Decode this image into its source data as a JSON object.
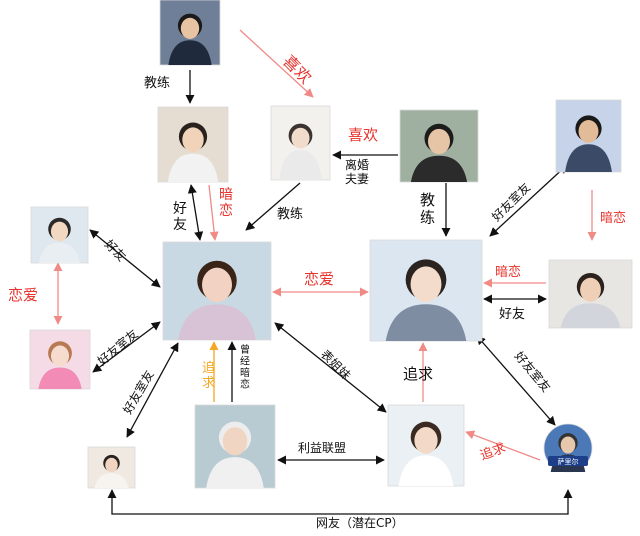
{
  "nodes": [
    {
      "id": "coach_top",
      "name": "",
      "badge": "",
      "colors": {
        "bg": "#6f7f97",
        "body": "#1f2a3d",
        "skin": "#e7c3a4",
        "hair": "#1a1a1a"
      }
    },
    {
      "id": "friend_boy",
      "name": "",
      "badge": "",
      "colors": {
        "bg": "#e6ddd2",
        "body": "#f2f2f2",
        "skin": "#f0d3b8",
        "hair": "#2a211c"
      }
    },
    {
      "id": "divorced_woman",
      "name": "",
      "badge": "",
      "colors": {
        "bg": "#f3f1ee",
        "body": "#eaeaea",
        "skin": "#f1dccb",
        "hair": "#3a3330"
      }
    },
    {
      "id": "coach_right",
      "name": "",
      "badge": "",
      "colors": {
        "bg": "#9fb0a0",
        "body": "#2b2b2b",
        "skin": "#e6c4a6",
        "hair": "#1c1c1c"
      }
    },
    {
      "id": "sports_girl",
      "name": "",
      "badge": "",
      "colors": {
        "bg": "#c7d3e8",
        "body": "#3b4a66",
        "skin": "#e2bc98",
        "hair": "#191919"
      }
    },
    {
      "id": "left_boy",
      "name": "",
      "badge": "",
      "colors": {
        "bg": "#dfe8ee",
        "body": "#e9eef3",
        "skin": "#f2d7c1",
        "hair": "#2a2a2a"
      }
    },
    {
      "id": "main_girl",
      "name": "",
      "badge": "",
      "colors": {
        "bg": "#c9d9e3",
        "body": "#d7c2d6",
        "skin": "#f2d2c2",
        "hair": "#3a2418"
      }
    },
    {
      "id": "main_boy",
      "name": "",
      "badge": "",
      "colors": {
        "bg": "#dce6f0",
        "body": "#7f8da3",
        "skin": "#f3dccb",
        "hair": "#2b2320"
      }
    },
    {
      "id": "short_hair_girl",
      "name": "",
      "badge": "",
      "colors": {
        "bg": "#e8e6e2",
        "body": "#d2d6dc",
        "skin": "#efd0b6",
        "hair": "#2b211d"
      }
    },
    {
      "id": "pink_girl",
      "name": "",
      "badge": "",
      "colors": {
        "bg": "#f4dbe6",
        "body": "#f28bb6",
        "skin": "#f6dccf",
        "hair": "#b87a52"
      }
    },
    {
      "id": "white_hair_boy",
      "name": "",
      "badge": "",
      "colors": {
        "bg": "#b8cad2",
        "body": "#f0f0f0",
        "skin": "#f0d6c2",
        "hair": "#ededed"
      }
    },
    {
      "id": "cousin_girl",
      "name": "",
      "badge": "",
      "colors": {
        "bg": "#eaf0f3",
        "body": "#ffffff",
        "skin": "#f3d9c8",
        "hair": "#3a2a22"
      }
    },
    {
      "id": "reading_girl",
      "name": "",
      "badge": "",
      "colors": {
        "bg": "#efe9e1",
        "body": "#f7f3ee",
        "skin": "#f0d4c0",
        "hair": "#2a221e"
      }
    },
    {
      "id": "cap_boy",
      "name": "",
      "badge": "萨里尔",
      "colors": {
        "bg": "#4b79b8",
        "body": "#2a3550",
        "skin": "#e8c8ad",
        "hair": "#343434"
      }
    }
  ],
  "edges": [
    {
      "from": "coach_top",
      "to": "friend_boy",
      "label": "教练",
      "color": "#111111"
    },
    {
      "from": "coach_top",
      "to": "divorced_woman",
      "label": "喜欢",
      "color": "#e8322b"
    },
    {
      "from": "coach_right",
      "to": "divorced_woman",
      "label": "喜欢",
      "color": "#e8322b"
    },
    {
      "from": "coach_right",
      "to": "divorced_woman",
      "label": "离婚\n夫妻",
      "color": "#111111"
    },
    {
      "from": "divorced_woman",
      "to": "main_girl",
      "label": "教练",
      "color": "#111111"
    },
    {
      "from": "friend_boy",
      "to": "main_girl",
      "label": "好\n友",
      "color": "#111111"
    },
    {
      "from": "friend_boy",
      "to": "main_girl",
      "label": "暗\n恋",
      "color": "#e8322b"
    },
    {
      "from": "coach_right",
      "to": "main_boy",
      "label": "教\n练",
      "color": "#111111"
    },
    {
      "from": "sports_girl",
      "to": "main_boy",
      "label": "好友室友",
      "color": "#111111"
    },
    {
      "from": "sports_girl",
      "to": "short_hair_girl",
      "label": "暗恋",
      "color": "#e8322b"
    },
    {
      "from": "short_hair_girl",
      "to": "main_boy",
      "label": "暗恋",
      "color": "#e8322b"
    },
    {
      "from": "short_hair_girl",
      "to": "main_boy",
      "label": "好友",
      "color": "#111111"
    },
    {
      "from": "main_girl",
      "to": "main_boy",
      "label": "恋爱",
      "color": "#e8322b"
    },
    {
      "from": "left_boy",
      "to": "main_girl",
      "label": "好友",
      "color": "#111111"
    },
    {
      "from": "left_boy",
      "to": "pink_girl",
      "label": "恋爱",
      "color": "#e8322b"
    },
    {
      "from": "pink_girl",
      "to": "main_girl",
      "label": "好友室友",
      "color": "#111111"
    },
    {
      "from": "reading_girl",
      "to": "main_girl",
      "label": "好友室友",
      "color": "#111111"
    },
    {
      "from": "white_hair_boy",
      "to": "main_girl",
      "label": "追\n求",
      "color": "#f5a623"
    },
    {
      "from": "white_hair_boy",
      "to": "main_girl",
      "label": "曾\n经\n暗\n恋",
      "color": "#111111"
    },
    {
      "from": "main_girl",
      "to": "cousin_girl",
      "label": "表姐妹",
      "color": "#111111"
    },
    {
      "from": "white_hair_boy",
      "to": "cousin_girl",
      "label": "利益联盟",
      "color": "#111111"
    },
    {
      "from": "cousin_girl",
      "to": "main_boy",
      "label": "追求",
      "color": "#e8322b"
    },
    {
      "from": "cap_boy",
      "to": "cousin_girl",
      "label": "追求",
      "color": "#e8322b"
    },
    {
      "from": "cap_boy",
      "to": "main_boy",
      "label": "好友室友",
      "color": "#111111"
    },
    {
      "from": "reading_girl",
      "to": "cap_boy",
      "label": "网友（潜在CP）",
      "color": "#111111"
    }
  ]
}
